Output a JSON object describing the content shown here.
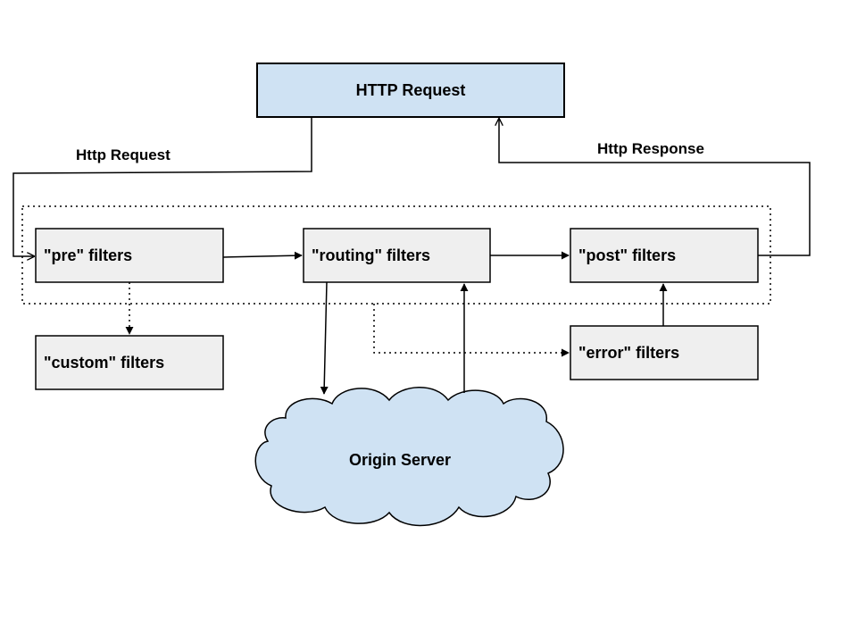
{
  "colors": {
    "request_fill": "#cfe2f3",
    "filter_fill": "#efefef",
    "cloud_fill": "#cfe2f3",
    "stroke": "#000000",
    "background": "#ffffff"
  },
  "nodes": {
    "http_request": "HTTP Request",
    "pre": "\"pre\" filters",
    "routing": "\"routing\" filters",
    "post": "\"post\" filters",
    "custom": "\"custom\" filters",
    "error": "\"error\" filters",
    "origin": "Origin Server"
  },
  "edges": {
    "request_label": "Http Request",
    "response_label": "Http Response"
  }
}
